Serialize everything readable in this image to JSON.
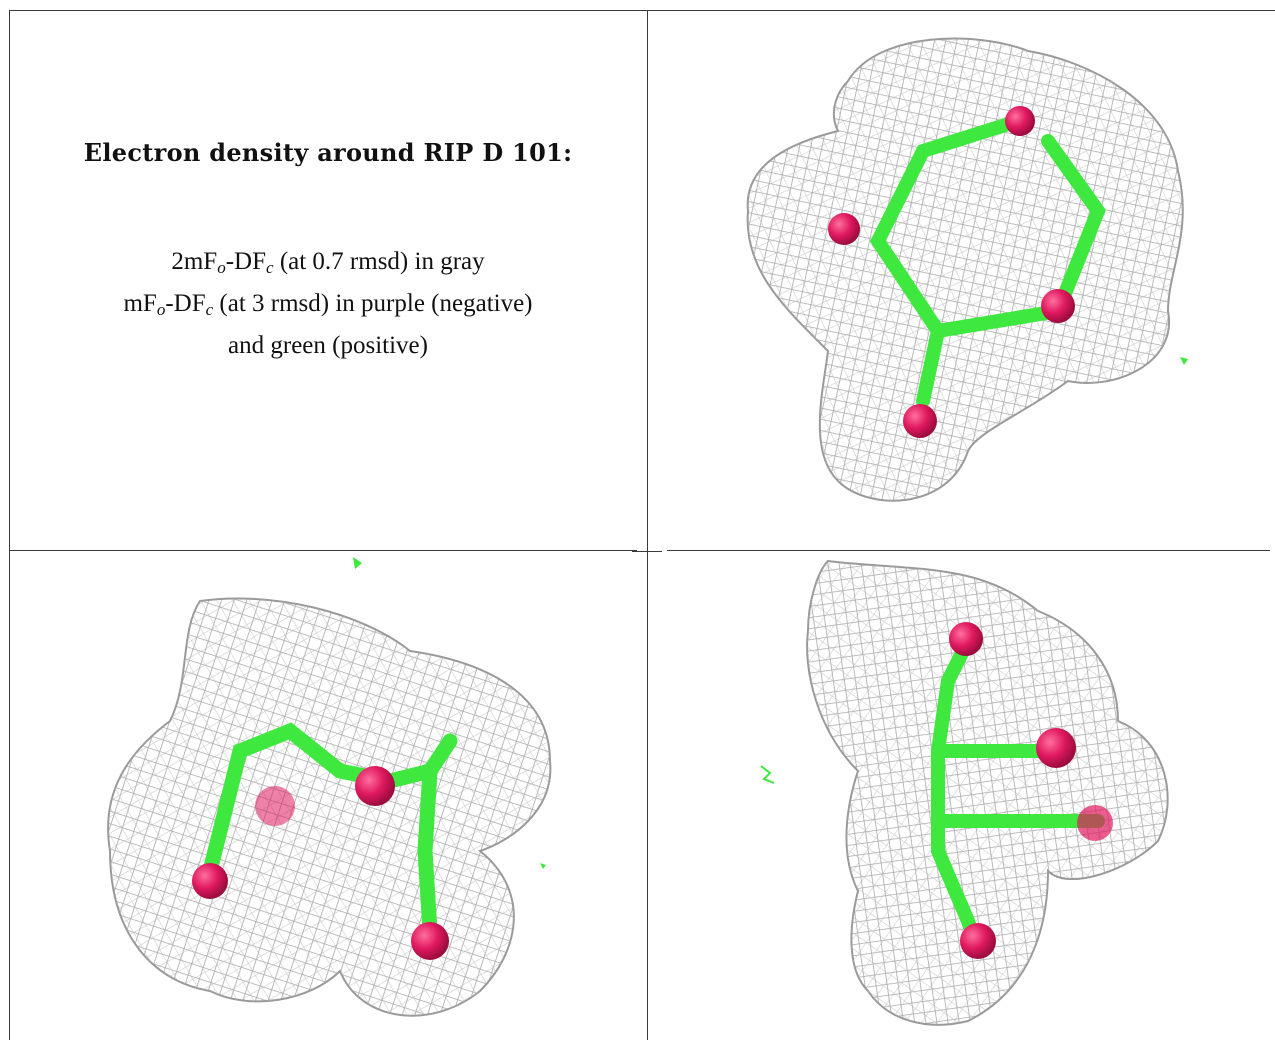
{
  "title": "Electron density around RIP D 101:",
  "legend": {
    "line1": {
      "pre": "2mF",
      "sub1": "o",
      "mid": "-DF",
      "sub2": "c",
      "post": " (at 0.7 rmsd) in gray"
    },
    "line2": {
      "pre": "mF",
      "sub1": "o",
      "mid": "-DF",
      "sub2": "c",
      "post": " (at 3 rmsd) in purple (negative)"
    },
    "line3": "and green (positive)"
  },
  "colors": {
    "mesh": "#a9a9a9",
    "atom": "#e0195f",
    "bond": "#3ee83e",
    "border": "#3a3a3a"
  },
  "panels": [
    {
      "name": "view-top-right",
      "icon": "electron-density-mesh"
    },
    {
      "name": "view-bottom-left",
      "icon": "electron-density-mesh"
    },
    {
      "name": "view-bottom-right",
      "icon": "electron-density-mesh"
    }
  ]
}
